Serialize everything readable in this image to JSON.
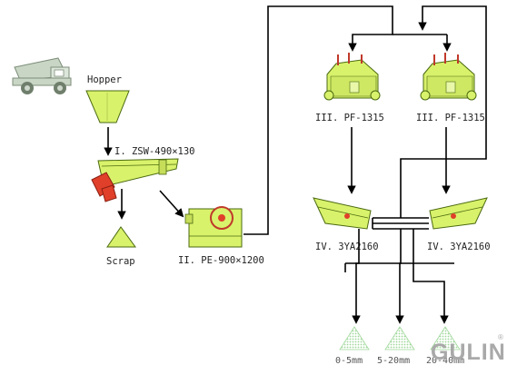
{
  "labels": {
    "hopper": "Hopper",
    "feeder": "I. ZSW-490×130",
    "scrap": "Scrap",
    "jaw_crusher": "II. PE-900×1200",
    "impact_crusher_left": "III. PF-1315",
    "impact_crusher_right": "III. PF-1315",
    "screen_left": "IV. 3YA2160",
    "screen_right": "IV. 3YA2160"
  },
  "products": [
    "0-5mm",
    "5-20mm",
    "20-40mm"
  ],
  "brand": {
    "name": "GULIN",
    "registered": "®"
  },
  "colors": {
    "equipment": "#d9f26b",
    "equipment_outline": "#4a6a10",
    "line": "#000000",
    "feeder_wheel": "#e0402a",
    "product_pile": "#bfe6b8",
    "brand_text": "#a9a9a9",
    "truck": "#9fb39a"
  },
  "icons": [
    "dump-truck-icon",
    "hopper-icon",
    "vibrating-feeder-icon",
    "jaw-crusher-icon",
    "impact-crusher-icon",
    "vibrating-screen-icon",
    "stockpile-icon"
  ]
}
